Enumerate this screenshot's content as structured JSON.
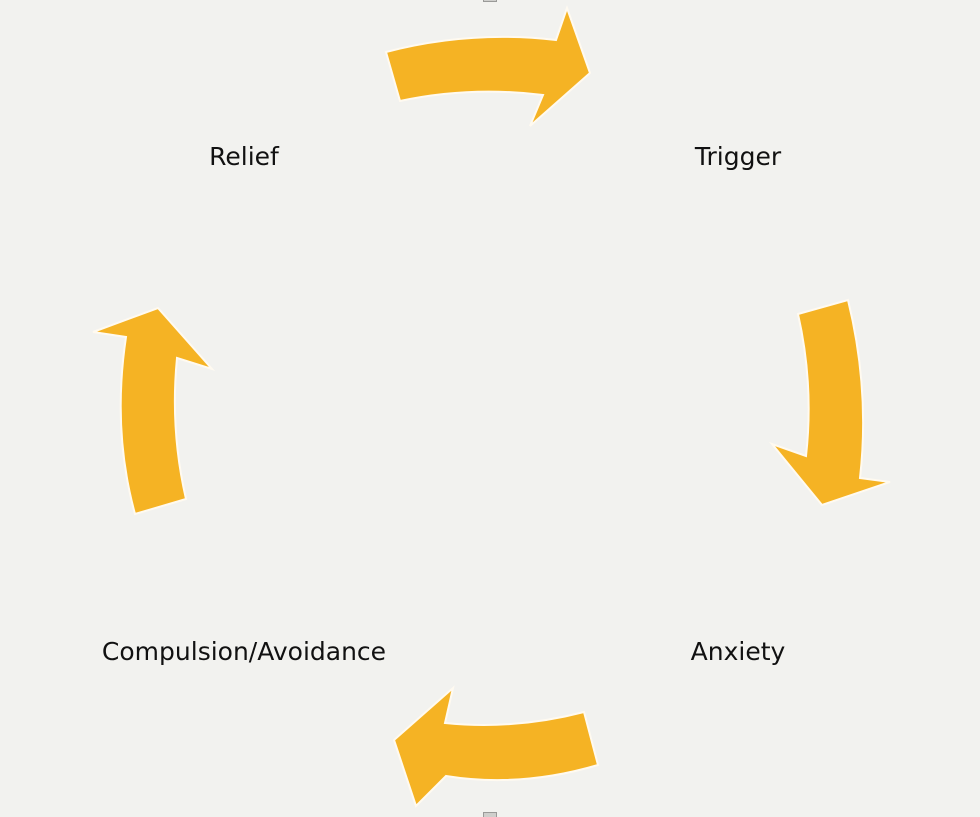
{
  "diagram": {
    "type": "cycle",
    "stages": [
      {
        "id": "trigger",
        "label": "Trigger"
      },
      {
        "id": "anxiety",
        "label": "Anxiety"
      },
      {
        "id": "compulsion",
        "label": "Compulsion/Avoidance"
      },
      {
        "id": "relief",
        "label": "Relief"
      }
    ],
    "arrows": [
      {
        "from": "Relief",
        "to": "Trigger"
      },
      {
        "from": "Trigger",
        "to": "Anxiety"
      },
      {
        "from": "Anxiety",
        "to": "Compulsion/Avoidance"
      },
      {
        "from": "Compulsion/Avoidance",
        "to": "Relief"
      }
    ],
    "colors": {
      "arrow_fill": "#f5b324",
      "background": "#f2f2ef",
      "text": "#111111"
    }
  }
}
